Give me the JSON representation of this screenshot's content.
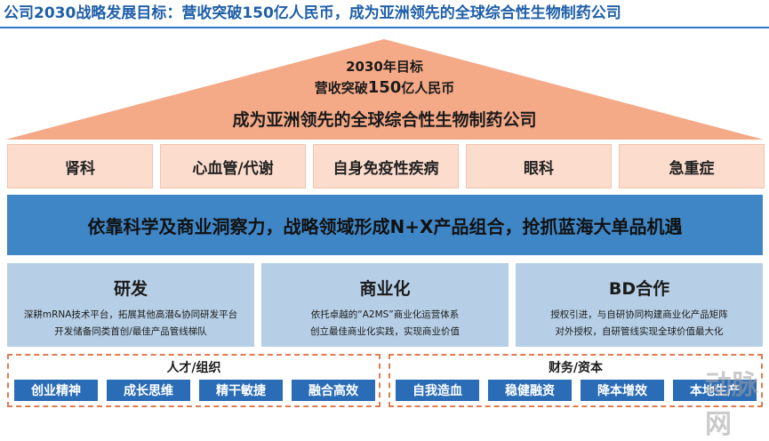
{
  "header": {
    "title": "公司2030战略发展目标：营收突破150亿人民币，成为亚洲领先的全球综合性生物制药公司"
  },
  "roof": {
    "line1": "2030年目标",
    "line2_prefix": "营收突破",
    "line2_number": "150",
    "line2_suffix": "亿人民币",
    "line3": "成为亚洲领先的全球综合性生物制药公司",
    "color": "#f4a987"
  },
  "pillars": [
    "肾科",
    "心血管/代谢",
    "自身免疫性疾病",
    "眼科",
    "急重症"
  ],
  "banner": {
    "text": "依靠科学及商业洞察力，战略领域形成N+X产品组合，抢抓蓝海大单品机遇",
    "color": "#3f86c6"
  },
  "capabilities": [
    {
      "title": "研发",
      "lines": [
        "深耕mRNA技术平台，拓展其他高潜&协同研发平台",
        "开发储备同类首创/最佳产品管线梯队"
      ]
    },
    {
      "title": "商业化",
      "lines": [
        "依托卓越的“A2MS”商业化运营体系",
        "创立最佳商业化实践，实现商业价值"
      ]
    },
    {
      "title": "BD合作",
      "lines": [
        "授权引进，与自研协同构建商业化产品矩阵",
        "对外授权，自研管线实现全球价值最大化"
      ]
    }
  ],
  "foundation": {
    "left": {
      "title": "人才/组织",
      "items": [
        "创业精神",
        "成长思维",
        "精干敏捷",
        "融合高效"
      ]
    },
    "right": {
      "title": "财务/资本",
      "items": [
        "自我造血",
        "稳健融资",
        "降本增效",
        "本地生产"
      ]
    }
  },
  "watermark": {
    "text": "动脉网"
  }
}
